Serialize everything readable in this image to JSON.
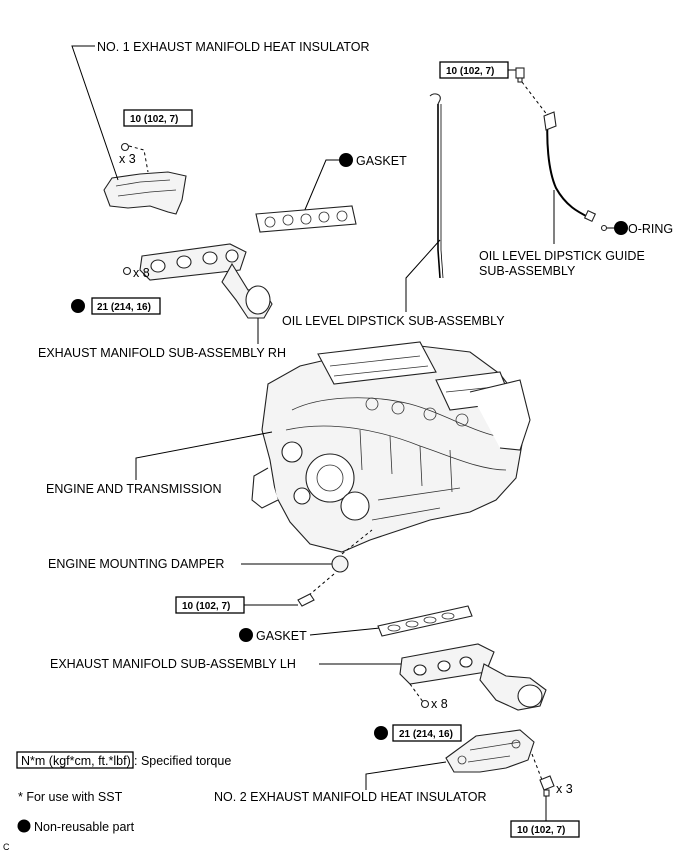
{
  "labels": {
    "no1_insulator": "NO. 1 EXHAUST MANIFOLD HEAT INSULATOR",
    "gasket_top": "GASKET",
    "o_ring": "O-RING",
    "dipstick_guide_line1": "OIL LEVEL DIPSTICK GUIDE",
    "dipstick_guide_line2": "SUB-ASSEMBLY",
    "dipstick": "OIL LEVEL DIPSTICK SUB-ASSEMBLY",
    "manifold_rh": "EXHAUST MANIFOLD SUB-ASSEMBLY RH",
    "engine": "ENGINE AND TRANSMISSION",
    "mounting_damper": "ENGINE MOUNTING DAMPER",
    "gasket_bottom": "GASKET",
    "manifold_lh": "EXHAUST MANIFOLD SUB-ASSEMBLY LH",
    "no2_insulator": "NO. 2 EXHAUST MANIFOLD HEAT INSULATOR"
  },
  "torques": {
    "dipstick_guide_bolt": "10 (102, 7)",
    "no1_insulator_bolt": "10 (102, 7)",
    "manifold_rh_nut": "21 (214, 16)",
    "damper_bolt": "10 (102, 7)",
    "manifold_lh_nut": "21 (214, 16)",
    "no2_insulator_bolt": "10 (102, 7)"
  },
  "quantities": {
    "no1_insulator_bolts": "x 3",
    "manifold_rh_nuts": "x 8",
    "manifold_lh_nuts": "x 8",
    "no2_insulator_bolts": "x 3"
  },
  "legend": {
    "torque_box": "N*m (kgf*cm, ft.*lbf)",
    "torque_desc": ": Specified torque",
    "sst_note": "* For use with SST",
    "non_reusable": "Non-reusable part"
  },
  "corner_code": "C"
}
